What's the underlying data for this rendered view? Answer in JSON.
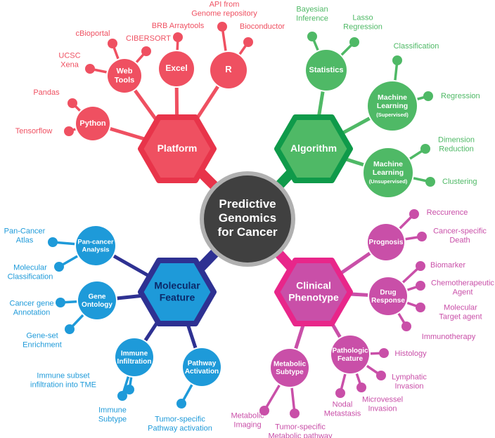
{
  "center": {
    "lines": [
      "Predictive",
      "Genomics",
      "for Cancer"
    ]
  },
  "colors": {
    "platform": "#ef5061",
    "platform_dark": "#e8344a",
    "algorithm": "#4fb966",
    "algorithm_dark": "#0f9a4a",
    "molecular": "#1e9ad9",
    "molecular_dark": "#2e3192",
    "clinical": "#c94fa8",
    "clinical_dark": "#e8268a",
    "center_fill": "#404040",
    "center_ring": "#b0b0b0"
  },
  "categories": {
    "platform": {
      "label": [
        "Platform"
      ],
      "nodes": {
        "python": {
          "label": [
            "Python"
          ],
          "leaves": {
            "pandas": [
              "Pandas"
            ],
            "tensorflow": [
              "Tensorflow"
            ]
          }
        },
        "webtools": {
          "label": [
            "Web",
            "Tools"
          ],
          "leaves": {
            "ucsc": [
              "UCSC",
              "Xena"
            ],
            "cbioportal": [
              "cBioportal"
            ],
            "cibersort": [
              "CIBERSORT"
            ]
          }
        },
        "excel": {
          "label": [
            "Excel"
          ],
          "leaves": {
            "brb": [
              "BRB Arraytools"
            ]
          }
        },
        "r": {
          "label": [
            "R"
          ],
          "leaves": {
            "api": [
              "API from",
              "Genome repository"
            ],
            "bioconductor": [
              "Bioconductor"
            ]
          }
        }
      }
    },
    "algorithm": {
      "label": [
        "Algorithm"
      ],
      "nodes": {
        "statistics": {
          "label": [
            "Statistics"
          ],
          "leaves": {
            "bayesian": [
              "Bayesian",
              "Inference"
            ],
            "lasso": [
              "Lasso",
              "Regression"
            ]
          }
        },
        "ml_sup": {
          "label": [
            "Machine",
            "Learning"
          ],
          "sub": "(Supervised)",
          "leaves": {
            "classification": [
              "Classification"
            ],
            "regression": [
              "Regression"
            ]
          }
        },
        "ml_unsup": {
          "label": [
            "Machine",
            "Learning"
          ],
          "sub": "(Unsupervised)",
          "leaves": {
            "dimred": [
              "Dimension",
              "Reduction"
            ],
            "clustering": [
              "Clustering"
            ]
          }
        }
      }
    },
    "molecular": {
      "label": [
        "Molecular",
        "Feature"
      ],
      "nodes": {
        "pancancer": {
          "label": [
            "Pan-cancer",
            "Analysis"
          ],
          "leaves": {
            "atlas": [
              "Pan-Cancer",
              "Atlas"
            ],
            "molclass": [
              "Molecular",
              "Classification"
            ]
          }
        },
        "geneont": {
          "label": [
            "Gene",
            "Ontology"
          ],
          "leaves": {
            "cga": [
              "Cancer gene",
              "Annotation"
            ],
            "gse": [
              "Gene-set",
              "Enrichment"
            ]
          }
        },
        "immune": {
          "label": [
            "Immune",
            "Infiltration"
          ],
          "leaves": {
            "isi": [
              "Immune subset",
              "infiltration into TME"
            ],
            "isub": [
              "Immune",
              "Subtype"
            ]
          }
        },
        "pathway": {
          "label": [
            "Pathway",
            "Activation"
          ],
          "leaves": {
            "tspa": [
              "Tumor-specific",
              "Pathway activation"
            ]
          }
        }
      }
    },
    "clinical": {
      "label": [
        "Clinical",
        "Phenotype"
      ],
      "nodes": {
        "prognosis": {
          "label": [
            "Prognosis"
          ],
          "leaves": {
            "recurrence": [
              "Reccurence"
            ],
            "csd": [
              "Cancer-specific",
              "Death"
            ]
          }
        },
        "drug": {
          "label": [
            "Drug",
            "Response"
          ],
          "leaves": {
            "biomarker": [
              "Biomarker"
            ],
            "chemo": [
              "Chemotherapeutic",
              "Agent"
            ],
            "mta": [
              "Molecular",
              "Target agent"
            ],
            "immuno": [
              "Immunotherapy"
            ]
          }
        },
        "patho": {
          "label": [
            "Pathologic",
            "Feature"
          ],
          "leaves": {
            "histology": [
              "Histology"
            ],
            "lymph": [
              "Lymphatic",
              "Invasion"
            ],
            "micro": [
              "Microvessel",
              "Invasion"
            ],
            "nodal": [
              "Nodal",
              "Metastasis"
            ]
          }
        },
        "metabolic": {
          "label": [
            "Metabolic",
            "Subtype"
          ],
          "leaves": {
            "metimg": [
              "Metabolic",
              "Imaging"
            ],
            "tsmp": [
              "Tumor-specific",
              "Metabolic pathway"
            ]
          }
        }
      }
    }
  }
}
